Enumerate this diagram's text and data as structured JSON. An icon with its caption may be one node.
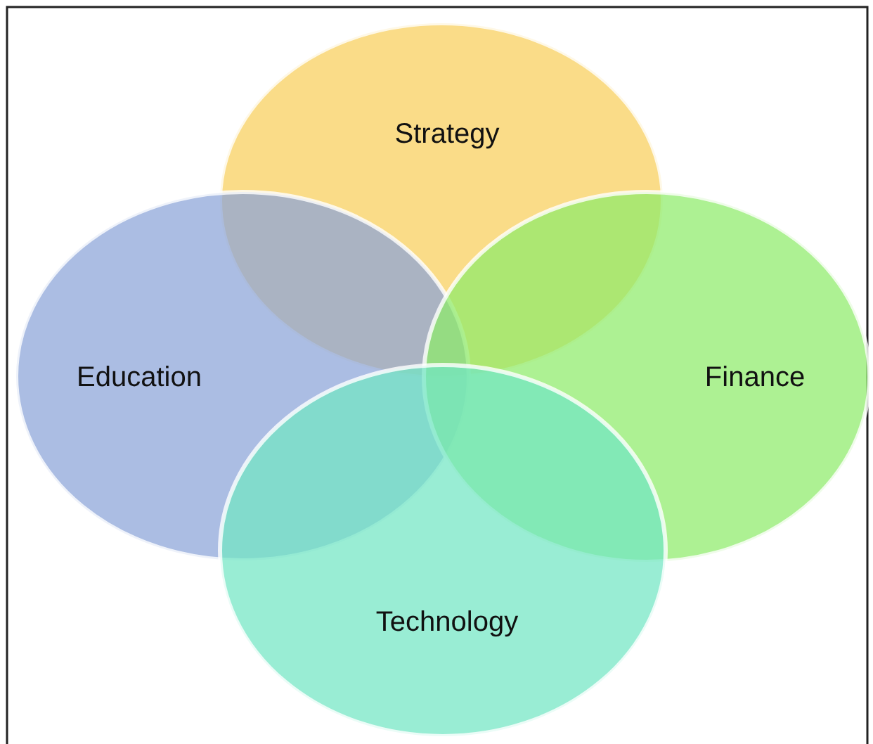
{
  "diagram": {
    "nodes": [
      {
        "text": [
          "Strategy"
        ]
      },
      {
        "text": [
          "Education"
        ]
      },
      {
        "text": [
          "Finance"
        ]
      },
      {
        "text": [
          "Technology"
        ]
      }
    ]
  }
}
